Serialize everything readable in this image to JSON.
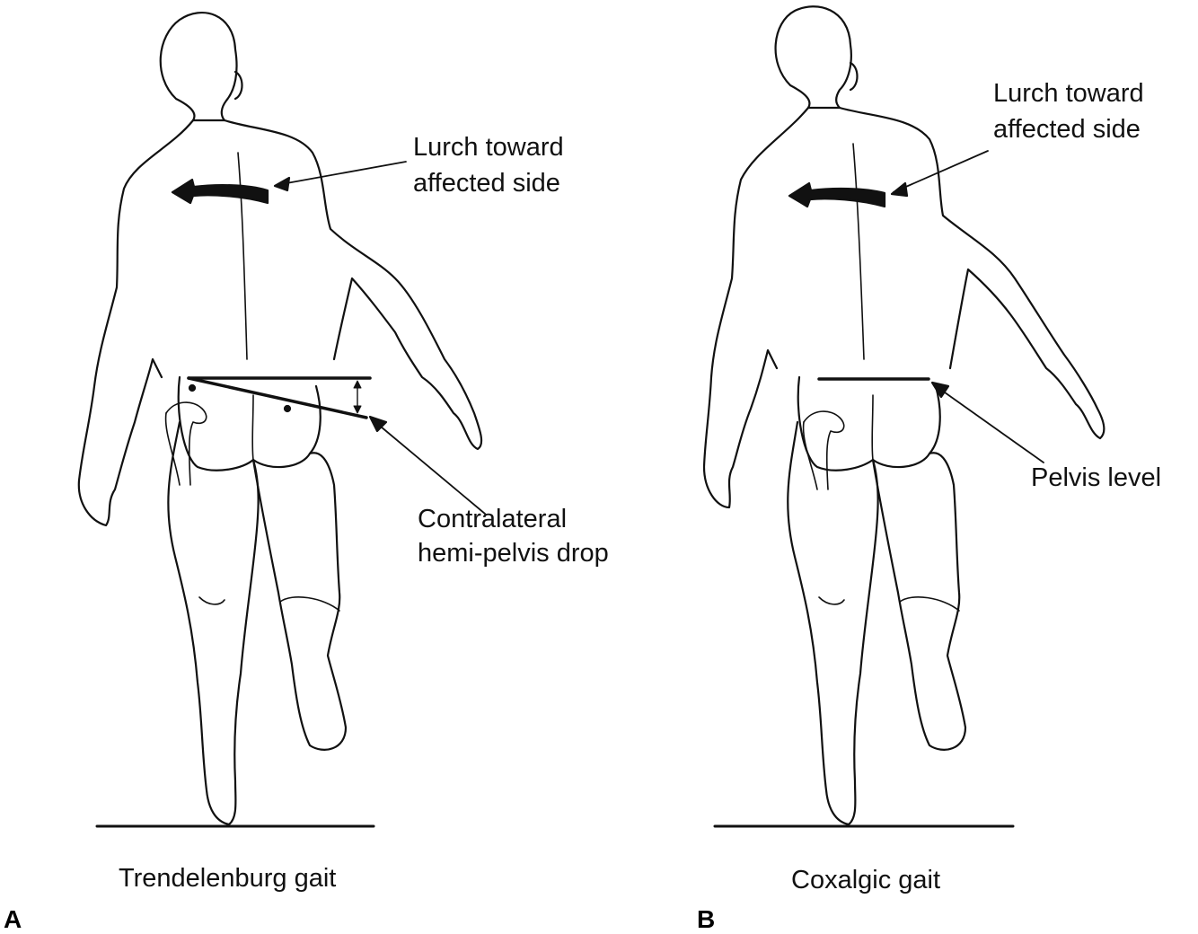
{
  "panels": [
    {
      "letter": "A",
      "caption": "Trendelenburg gait",
      "labels": {
        "lurch_line1": "Lurch toward",
        "lurch_line2": "affected side",
        "pelvis_line1": "Contralateral",
        "pelvis_line2": "hemi-pelvis drop"
      }
    },
    {
      "letter": "B",
      "caption": "Coxalgic gait",
      "labels": {
        "lurch_line1": "Lurch toward",
        "lurch_line2": "affected side",
        "pelvis": "Pelvis level"
      }
    }
  ],
  "colors": {
    "ink": "#111111",
    "background": "#ffffff"
  }
}
